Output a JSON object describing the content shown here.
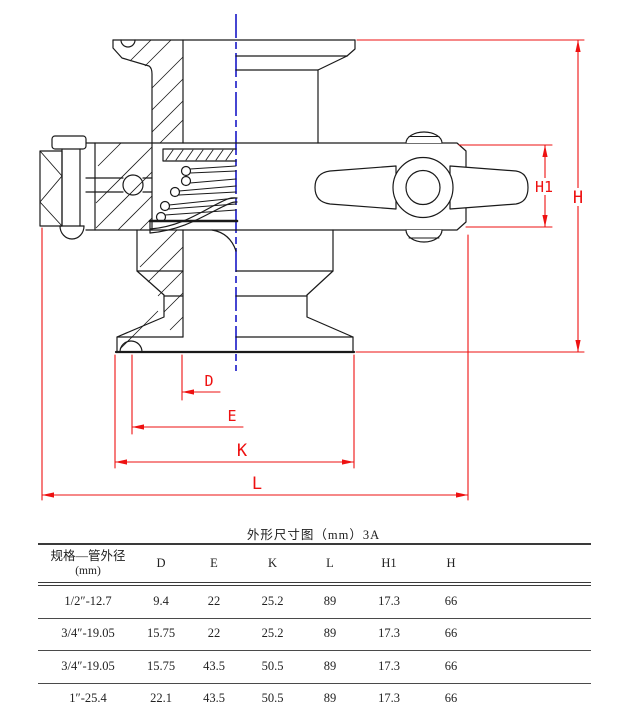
{
  "title": "外形尺寸图（mm）3A",
  "drawing": {
    "labels": {
      "d": "D",
      "e": "E",
      "k": "K",
      "l": "L",
      "h1": "H1",
      "h": "H"
    },
    "colors": {
      "dimension_red": "#ee1111",
      "centerline_blue": "#4646d2",
      "outline_black": "#1a1a1a"
    }
  },
  "table": {
    "header": {
      "spec_line1": "规格—管外径",
      "spec_line2": "(mm)",
      "cols": [
        "D",
        "E",
        "K",
        "L",
        "H1",
        "H"
      ]
    },
    "rows": [
      {
        "spec": "1/2″-12.7",
        "d": "9.4",
        "e": "22",
        "k": "25.2",
        "l": "89",
        "h1": "17.3",
        "h": "66"
      },
      {
        "spec": "3/4″-19.05",
        "d": "15.75",
        "e": "22",
        "k": "25.2",
        "l": "89",
        "h1": "17.3",
        "h": "66"
      },
      {
        "spec": "3/4″-19.05",
        "d": "15.75",
        "e": "43.5",
        "k": "50.5",
        "l": "89",
        "h1": "17.3",
        "h": "66"
      },
      {
        "spec": "1″-25.4",
        "d": "22.1",
        "e": "43.5",
        "k": "50.5",
        "l": "89",
        "h1": "17.3",
        "h": "66"
      }
    ]
  }
}
